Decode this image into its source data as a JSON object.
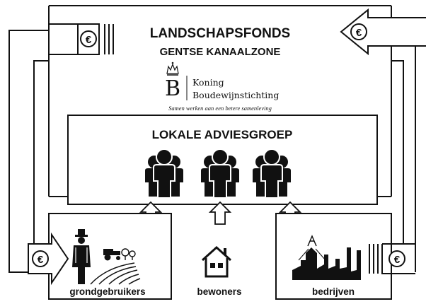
{
  "fund": {
    "title_line1": "LANDSCHAPSFONDS",
    "title_line2": "GENTSE KANAALZONE"
  },
  "logo": {
    "letter": "B",
    "name_line1": "Koning",
    "name_line2": "Boudewijnstichting",
    "tagline": "Samen werken aan een betere samenleving"
  },
  "advisory_group": {
    "title": "LOKALE ADVIESGROEP",
    "icons": [
      "people-group-icon",
      "people-group-icon",
      "people-group-icon"
    ]
  },
  "stakeholders": {
    "left": "grondgebruikers",
    "middle": "bewoners",
    "right": "bedrijven"
  },
  "money": {
    "symbol": "€"
  }
}
